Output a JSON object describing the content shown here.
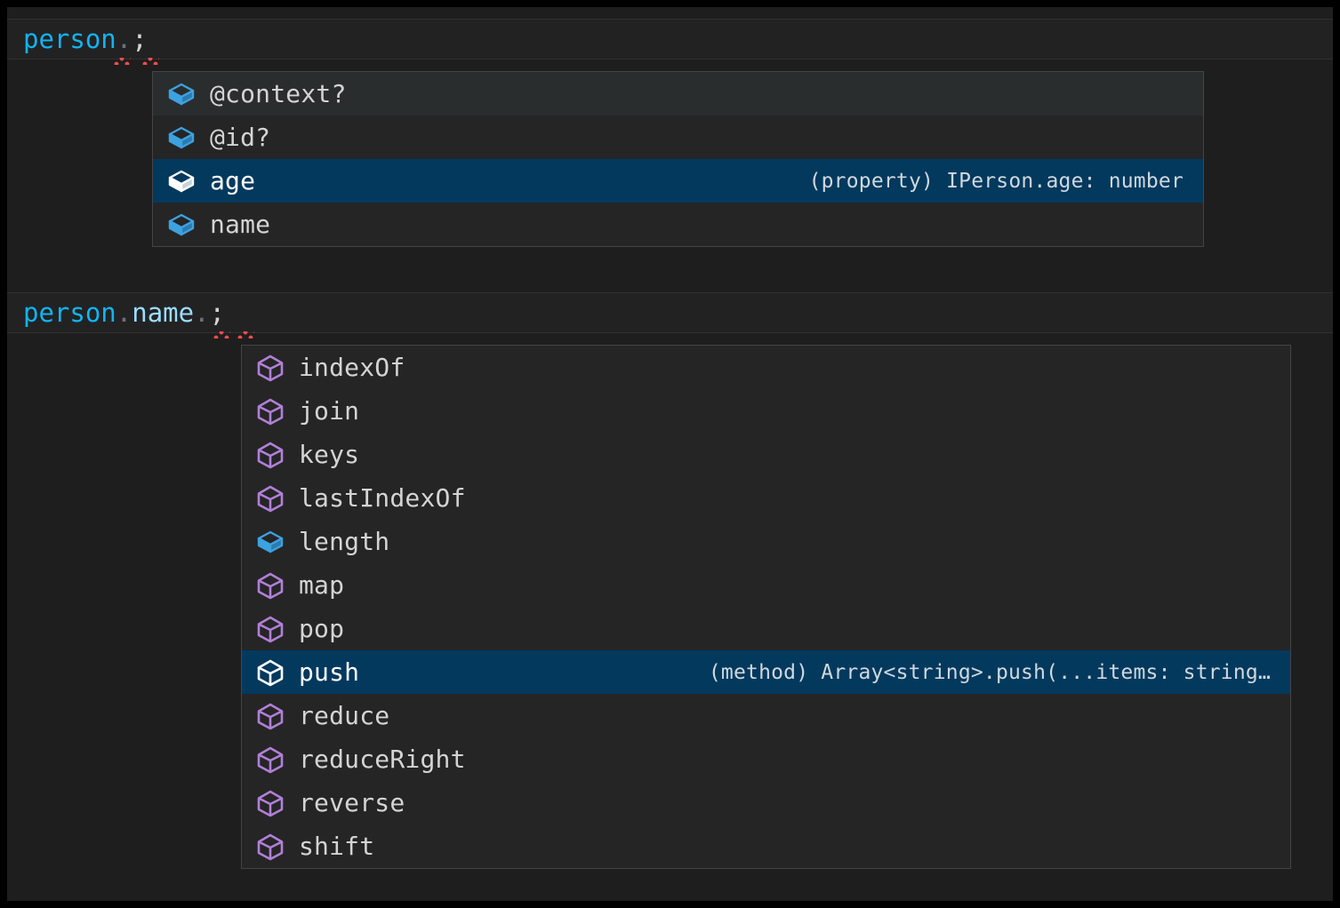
{
  "editor": {
    "background_color": "#1e1e1e",
    "selection_color": "#04395e",
    "border_color": "#454545",
    "lines": [
      {
        "id": "line-1",
        "segments": [
          {
            "text": "person",
            "kind": "object"
          },
          {
            "text": ".",
            "kind": "dot"
          },
          {
            "text": ";",
            "kind": "punctuation"
          }
        ],
        "full_text": "person.;",
        "has_error_squiggle": true
      },
      {
        "id": "line-2",
        "segments": [
          {
            "text": "person",
            "kind": "object"
          },
          {
            "text": ".",
            "kind": "dot"
          },
          {
            "text": "name",
            "kind": "property"
          },
          {
            "text": ".",
            "kind": "dot"
          },
          {
            "text": ";",
            "kind": "punctuation"
          }
        ],
        "full_text": "person.name.;",
        "has_error_squiggle": true
      }
    ]
  },
  "suggest_widgets": [
    {
      "id": "suggest-person",
      "items": [
        {
          "label": "@context?",
          "icon": "property-cube-icon",
          "icon_kind": "property",
          "state": "hover",
          "detail": ""
        },
        {
          "label": "@id?",
          "icon": "property-cube-icon",
          "icon_kind": "property",
          "state": "normal",
          "detail": ""
        },
        {
          "label": "age",
          "icon": "property-cube-icon",
          "icon_kind": "property",
          "state": "selected",
          "detail": "(property) IPerson.age: number"
        },
        {
          "label": "name",
          "icon": "property-cube-icon",
          "icon_kind": "property",
          "state": "normal",
          "detail": ""
        }
      ]
    },
    {
      "id": "suggest-person-name",
      "items": [
        {
          "label": "indexOf",
          "icon": "method-cube-icon",
          "icon_kind": "method",
          "state": "normal",
          "detail": ""
        },
        {
          "label": "join",
          "icon": "method-cube-icon",
          "icon_kind": "method",
          "state": "normal",
          "detail": ""
        },
        {
          "label": "keys",
          "icon": "method-cube-icon",
          "icon_kind": "method",
          "state": "normal",
          "detail": ""
        },
        {
          "label": "lastIndexOf",
          "icon": "method-cube-icon",
          "icon_kind": "method",
          "state": "normal",
          "detail": ""
        },
        {
          "label": "length",
          "icon": "property-cube-icon",
          "icon_kind": "property",
          "state": "normal",
          "detail": ""
        },
        {
          "label": "map",
          "icon": "method-cube-icon",
          "icon_kind": "method",
          "state": "normal",
          "detail": ""
        },
        {
          "label": "pop",
          "icon": "method-cube-icon",
          "icon_kind": "method",
          "state": "normal",
          "detail": ""
        },
        {
          "label": "push",
          "icon": "method-cube-icon",
          "icon_kind": "method",
          "state": "selected",
          "detail": "(method) Array<string>.push(...items: string…"
        },
        {
          "label": "reduce",
          "icon": "method-cube-icon",
          "icon_kind": "method",
          "state": "normal",
          "detail": ""
        },
        {
          "label": "reduceRight",
          "icon": "method-cube-icon",
          "icon_kind": "method",
          "state": "normal",
          "detail": ""
        },
        {
          "label": "reverse",
          "icon": "method-cube-icon",
          "icon_kind": "method",
          "state": "normal",
          "detail": ""
        },
        {
          "label": "shift",
          "icon": "method-cube-icon",
          "icon_kind": "method",
          "state": "normal",
          "detail": ""
        }
      ]
    }
  ],
  "colors": {
    "object_token": "#12b4f0",
    "property_token": "#9cdcfe",
    "method_icon": "#b180d7",
    "property_icon": "#3da2e0",
    "selected_icon": "#ffffff",
    "error_squiggle": "#f14c4c"
  }
}
